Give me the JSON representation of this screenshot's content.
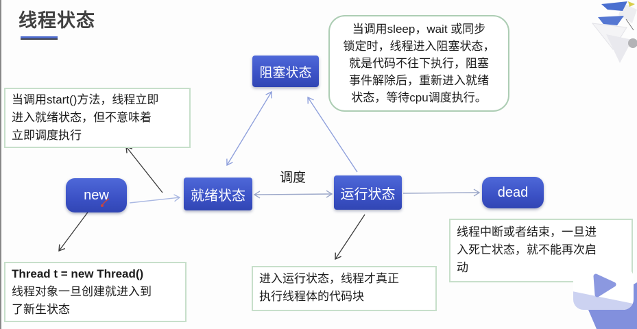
{
  "title": {
    "text": "线程状态"
  },
  "nodes": {
    "blocked": "阻塞状态",
    "new": "new",
    "ready": "就绪状态",
    "running": "运行状态",
    "dead": "dead"
  },
  "edge_labels": {
    "schedule": "调度"
  },
  "notes": {
    "start": {
      "lines": [
        "当调用start()方法，线程立即",
        "进入就绪状态，但不意味着",
        "立即调度执行"
      ]
    },
    "blocked": {
      "lines": [
        "当调用sleep，wait 或同步",
        "锁定时，线程进入阻塞状态，",
        "就是代码不往下执行，阻塞",
        "事件解除后，重新进入就绪",
        "状态，等待cpu调度执行。"
      ]
    },
    "created": {
      "code": "Thread t = new Thread()",
      "lines": [
        "线程对象一旦创建就进入到",
        "了新生状态"
      ]
    },
    "running": {
      "lines": [
        "进入运行状态，线程才真正",
        "执行线程体的代码块"
      ]
    },
    "dead": {
      "lines": [
        "线程中断或者结束，一旦进",
        "入死亡状态，就不能再次启",
        "动"
      ]
    }
  },
  "colors": {
    "node_blue": "#3f55c8",
    "title_underline": "#4f6ccd",
    "note_border_green": "#c7dfca",
    "arrow_dark": "#3a3a3a",
    "arrow_periwinkle": "#8fa0dc",
    "arrow_gray_blue": "#9aa6c8",
    "arrow_light_blue": "#aab8e2",
    "watermark_periwinkle": "#8290dd",
    "laser_red": "#c9453f"
  },
  "icons": {
    "watermark": "bilibili-tv-play-icon",
    "corner": "mascot-logo",
    "pointer": "laser-pointer-mark"
  }
}
